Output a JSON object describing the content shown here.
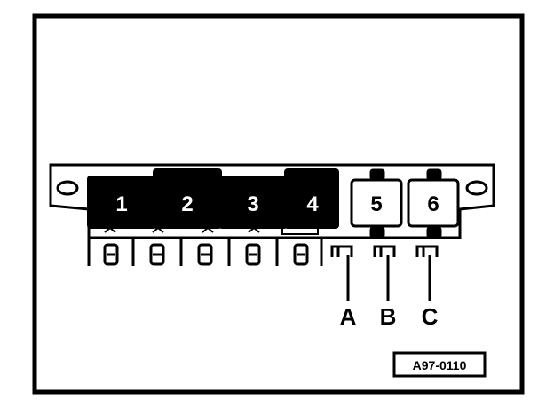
{
  "diagram": {
    "relays": [
      {
        "label": "1"
      },
      {
        "label": "2"
      },
      {
        "label": "3"
      },
      {
        "label": "4"
      },
      {
        "label": "5"
      },
      {
        "label": "6"
      }
    ],
    "callouts": [
      {
        "label": "A"
      },
      {
        "label": "B"
      },
      {
        "label": "C"
      }
    ],
    "reference_code": "A97-0110",
    "colors": {
      "ink": "#000000",
      "paper": "#ffffff"
    }
  }
}
